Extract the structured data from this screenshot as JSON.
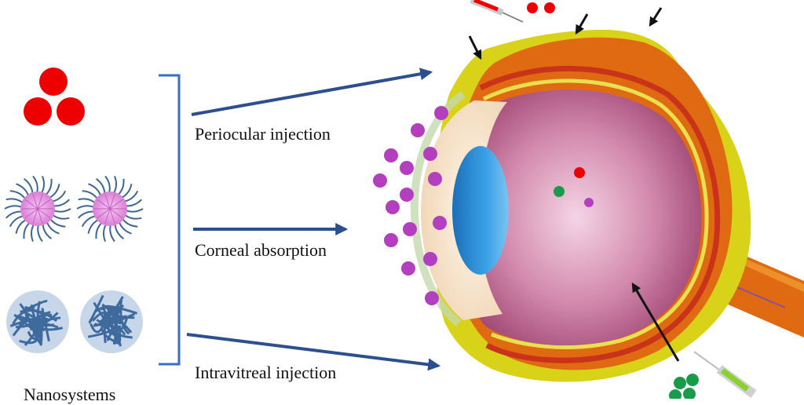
{
  "labels": {
    "periocular": "Periocular injection",
    "corneal": "Corneal absorption",
    "intravitreal": "Intravitreal injection",
    "nanosystems": "Nanosystems"
  },
  "colors": {
    "route_arrow": "#2e4f8f",
    "bracket": "#3a6fbf",
    "nanoparticle_red": "#ee0000",
    "micelle_core": "#e58ee3",
    "micelle_chain": "#40678f",
    "polymer_particle": "#3e6a9e",
    "sclera_yellow": "#d8d318",
    "choroid_orange": "#e06a12",
    "retina_red": "#c8331a",
    "vitreous_pink": "#bf6892",
    "lens_blue": "#2a8ed6",
    "purple_particle": "#b33fbf",
    "green_particle": "#1a9a4b",
    "needle_marker": "#111111"
  },
  "icons": {
    "syringe_top": "syringe-icon",
    "syringe_bottom": "syringe-icon"
  }
}
